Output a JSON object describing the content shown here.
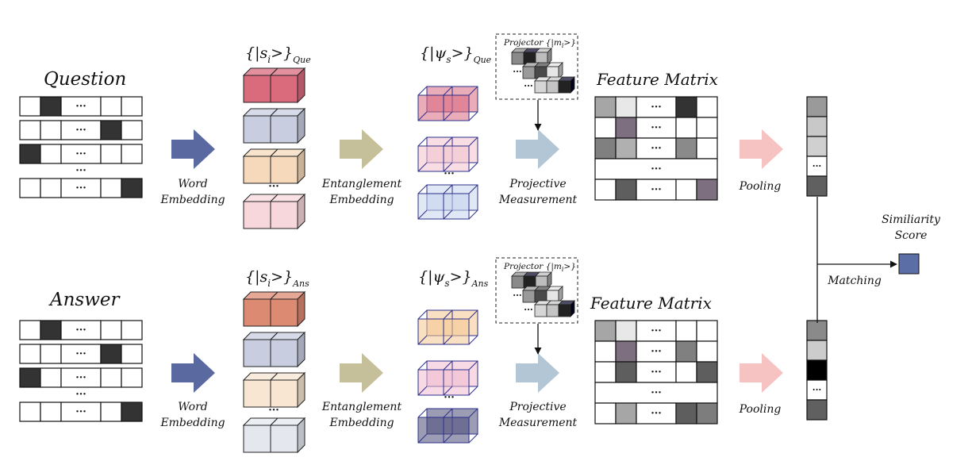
{
  "rows": [
    {
      "title": "Question",
      "states_label": {
        "main": "{|s",
        "sub": "i",
        "close": ">}",
        "tag": "Que"
      },
      "psi_label": {
        "main": "{|ψ",
        "sub": "s",
        "close": ">}",
        "tag": "Que"
      },
      "projector_label": "Projector {|m",
      "projector_sub": "i",
      "projector_close": ">}",
      "feature_label": "Feature Matrix",
      "word_embedding": [
        "Word",
        "Embedding"
      ],
      "entanglement_embedding": [
        "Entanglement",
        "Embedding"
      ],
      "projective_measurement": [
        "Projective",
        "Measurement"
      ],
      "pooling": "Pooling",
      "ellipsis": "···",
      "input_dark_cells": [
        [
          1
        ],
        [
          4
        ],
        [
          0
        ],
        [],
        [
          5
        ]
      ],
      "cube_colors": [
        "#d96b7d",
        "#c9cde0",
        "#f6d9bb",
        "#f8d7dc"
      ],
      "psi_cube_colors": [
        "#d8677d",
        "#f3c2ce",
        "#c7d3ec"
      ],
      "feature_colors": [
        [
          "#a6a6a6",
          "#e8e8e8",
          "ell",
          "#333333",
          "#ffffff"
        ],
        [
          "#ffffff",
          "#7d6f80",
          "ell",
          "#ffffff",
          "#ffffff"
        ],
        [
          "#808080",
          "#b0b0b0",
          "ell",
          "#8a8a8a",
          "#ffffff"
        ],
        [
          "row-ellipsis"
        ],
        [
          "#ffffff",
          "#5e5e5e",
          "ell",
          "#ffffff",
          "#7d6f80"
        ]
      ],
      "pooled_colors": [
        "#9a9a9a",
        "#c8c8c8",
        "#d0d0d0",
        "ell",
        "#606060"
      ]
    },
    {
      "title": "Answer",
      "states_label": {
        "main": "{|s",
        "sub": "i",
        "close": ">}",
        "tag": "Ans"
      },
      "psi_label": {
        "main": "{|ψ",
        "sub": "s",
        "close": ">}",
        "tag": "Ans"
      },
      "projector_label": "Projector {|m",
      "projector_sub": "i",
      "projector_close": ">}",
      "feature_label": "Feature Matrix",
      "word_embedding": [
        "Word",
        "Embedding"
      ],
      "entanglement_embedding": [
        "Entanglement",
        "Embedding"
      ],
      "projective_measurement": [
        "Projective",
        "Measurement"
      ],
      "pooling": "Pooling",
      "ellipsis": "···",
      "input_dark_cells": [
        [
          1
        ],
        [
          4
        ],
        [
          0
        ],
        [],
        [
          5
        ]
      ],
      "cube_colors": [
        "#dd8a72",
        "#c9cde0",
        "#f8e6d2",
        "#e4e8ee"
      ],
      "psi_cube_colors": [
        "#f4c690",
        "#f0bcd0",
        "#4a4a78"
      ],
      "feature_colors": [
        [
          "#a6a6a6",
          "#e8e8e8",
          "ell",
          "#ffffff",
          "#ffffff"
        ],
        [
          "#ffffff",
          "#7d6f80",
          "ell",
          "#808080",
          "#ffffff"
        ],
        [
          "#ffffff",
          "#5e5e5e",
          "ell",
          "#ffffff",
          "#5e5e5e"
        ],
        [
          "row-ellipsis"
        ],
        [
          "#ffffff",
          "#a6a6a6",
          "ell",
          "#5e5e5e",
          "#7d7d7d"
        ]
      ],
      "pooled_colors": [
        "#8a8a8a",
        "#cccccc",
        "#000000",
        "ell",
        "#606060"
      ]
    }
  ],
  "matching_label": "Matching",
  "score_label": [
    "Similiarity",
    "Score"
  ],
  "score_color": "#5b6ea5",
  "arrow_colors": {
    "word": "#5a6aa0",
    "entangle": "#c6c09a",
    "measure": "#b3c6d6",
    "pool": "#f6c2c2"
  }
}
